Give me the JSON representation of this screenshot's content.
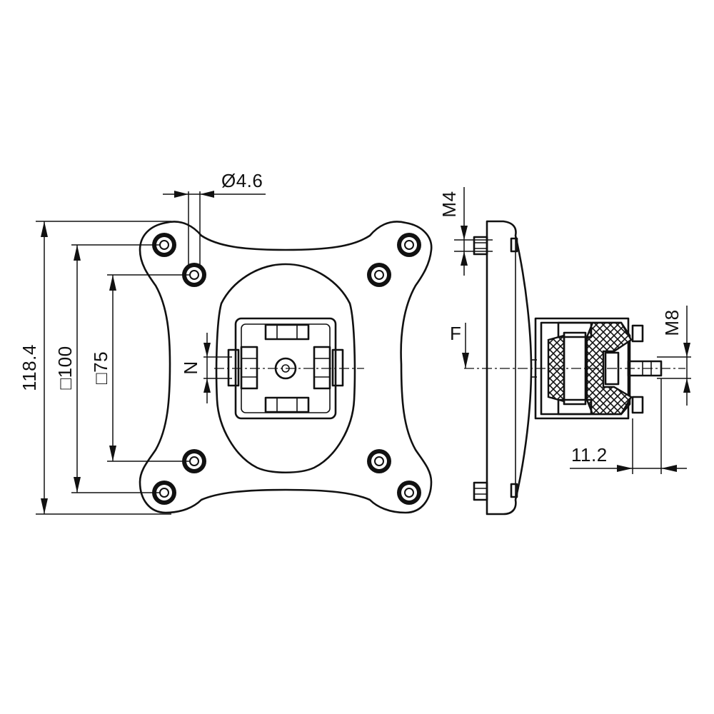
{
  "labels": {
    "hole_diameter": "Ø4.6",
    "height": "118.4",
    "pattern_outer": "□100",
    "pattern_inner": "□75",
    "offset_n": "N",
    "screw_m4": "M4",
    "force_f": "F",
    "thread_m8": "M8",
    "length": "11.2"
  },
  "colors": {
    "ink": "#111111",
    "background": "#ffffff"
  }
}
